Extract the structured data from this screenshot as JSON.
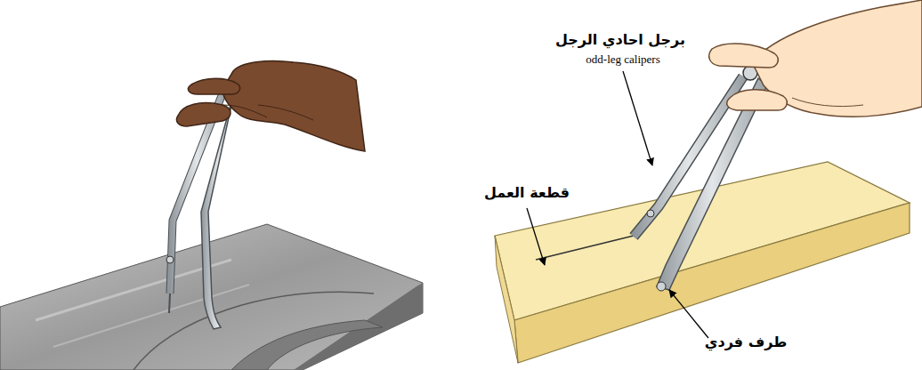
{
  "diagram": {
    "labels": [
      "برجل احادي الرجل",
      "odd-leg calipers",
      "قطعة العمل",
      "طرف فردي"
    ]
  }
}
